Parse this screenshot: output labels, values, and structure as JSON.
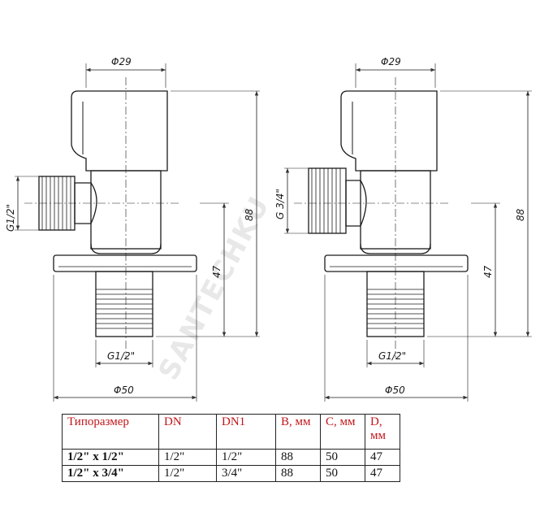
{
  "watermark": "SANTECHKU",
  "dimensions": {
    "left": {
      "top_diameter": "Φ29",
      "height": "88",
      "side_thread": "G1/2\"",
      "lower_height": "47",
      "bottom_thread": "G1/2\"",
      "flange_diameter": "Φ50"
    },
    "right": {
      "top_diameter": "Φ29",
      "height": "88",
      "side_thread": "G 3/4\"",
      "lower_height": "47",
      "bottom_thread": "G1/2\"",
      "flange_diameter": "Φ50"
    }
  },
  "table": {
    "headers": {
      "size": "Типоразмер",
      "dn": "DN",
      "dn1": "DN1",
      "b": "B, мм",
      "c": "C, мм",
      "d": "D, мм"
    },
    "rows": [
      {
        "size": "1/2\" x 1/2\"",
        "dn": "1/2\"",
        "dn1": "1/2\"",
        "b": "88",
        "c": "50",
        "d": "47"
      },
      {
        "size": "1/2\" x 3/4\"",
        "dn": "1/2\"",
        "dn1": "3/4\"",
        "b": "88",
        "c": "50",
        "d": "47"
      }
    ]
  }
}
